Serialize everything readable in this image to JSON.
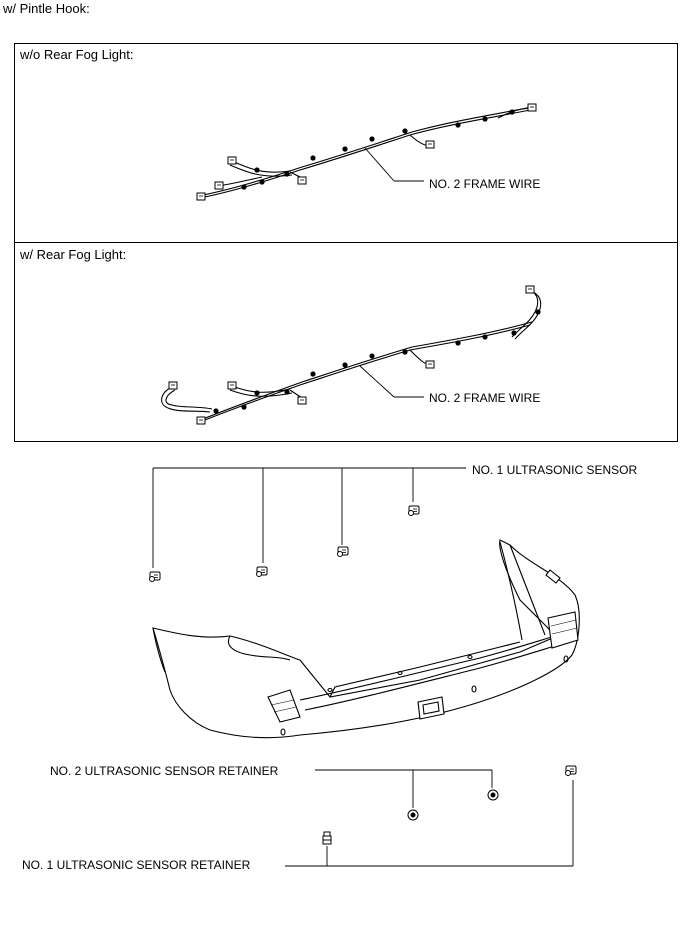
{
  "header": {
    "title": "w/ Pintle Hook:"
  },
  "panels": [
    {
      "heading": "w/o Rear Fog Light:",
      "callout": "NO. 2 FRAME WIRE"
    },
    {
      "heading": "w/ Rear Fog Light:",
      "callout": "NO. 2 FRAME WIRE"
    }
  ],
  "bumper": {
    "sensor_label": "NO. 1 ULTRASONIC SENSOR",
    "retainer2_label": "NO. 2 ULTRASONIC SENSOR RETAINER",
    "retainer1_label": "NO. 1 ULTRASONIC SENSOR RETAINER"
  }
}
